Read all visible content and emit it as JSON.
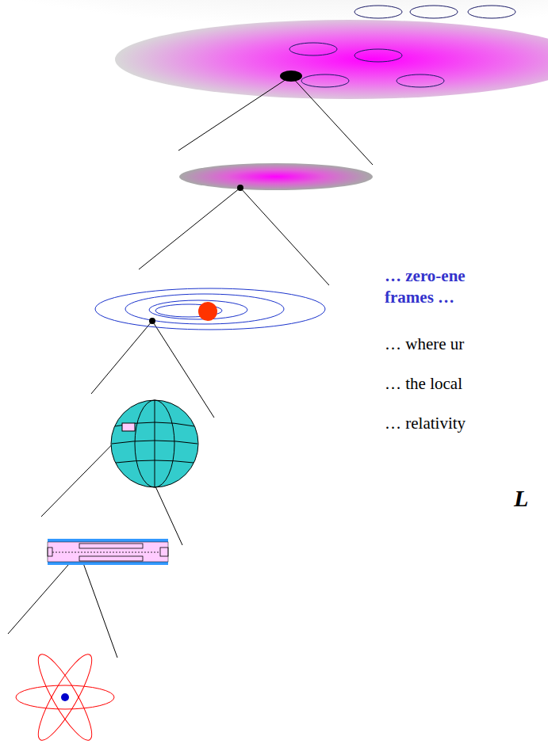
{
  "diagram": {
    "labels": [
      "… zero-ene",
      "frames …",
      "… where ur",
      "… the local",
      "… relativity",
      "L"
    ]
  }
}
